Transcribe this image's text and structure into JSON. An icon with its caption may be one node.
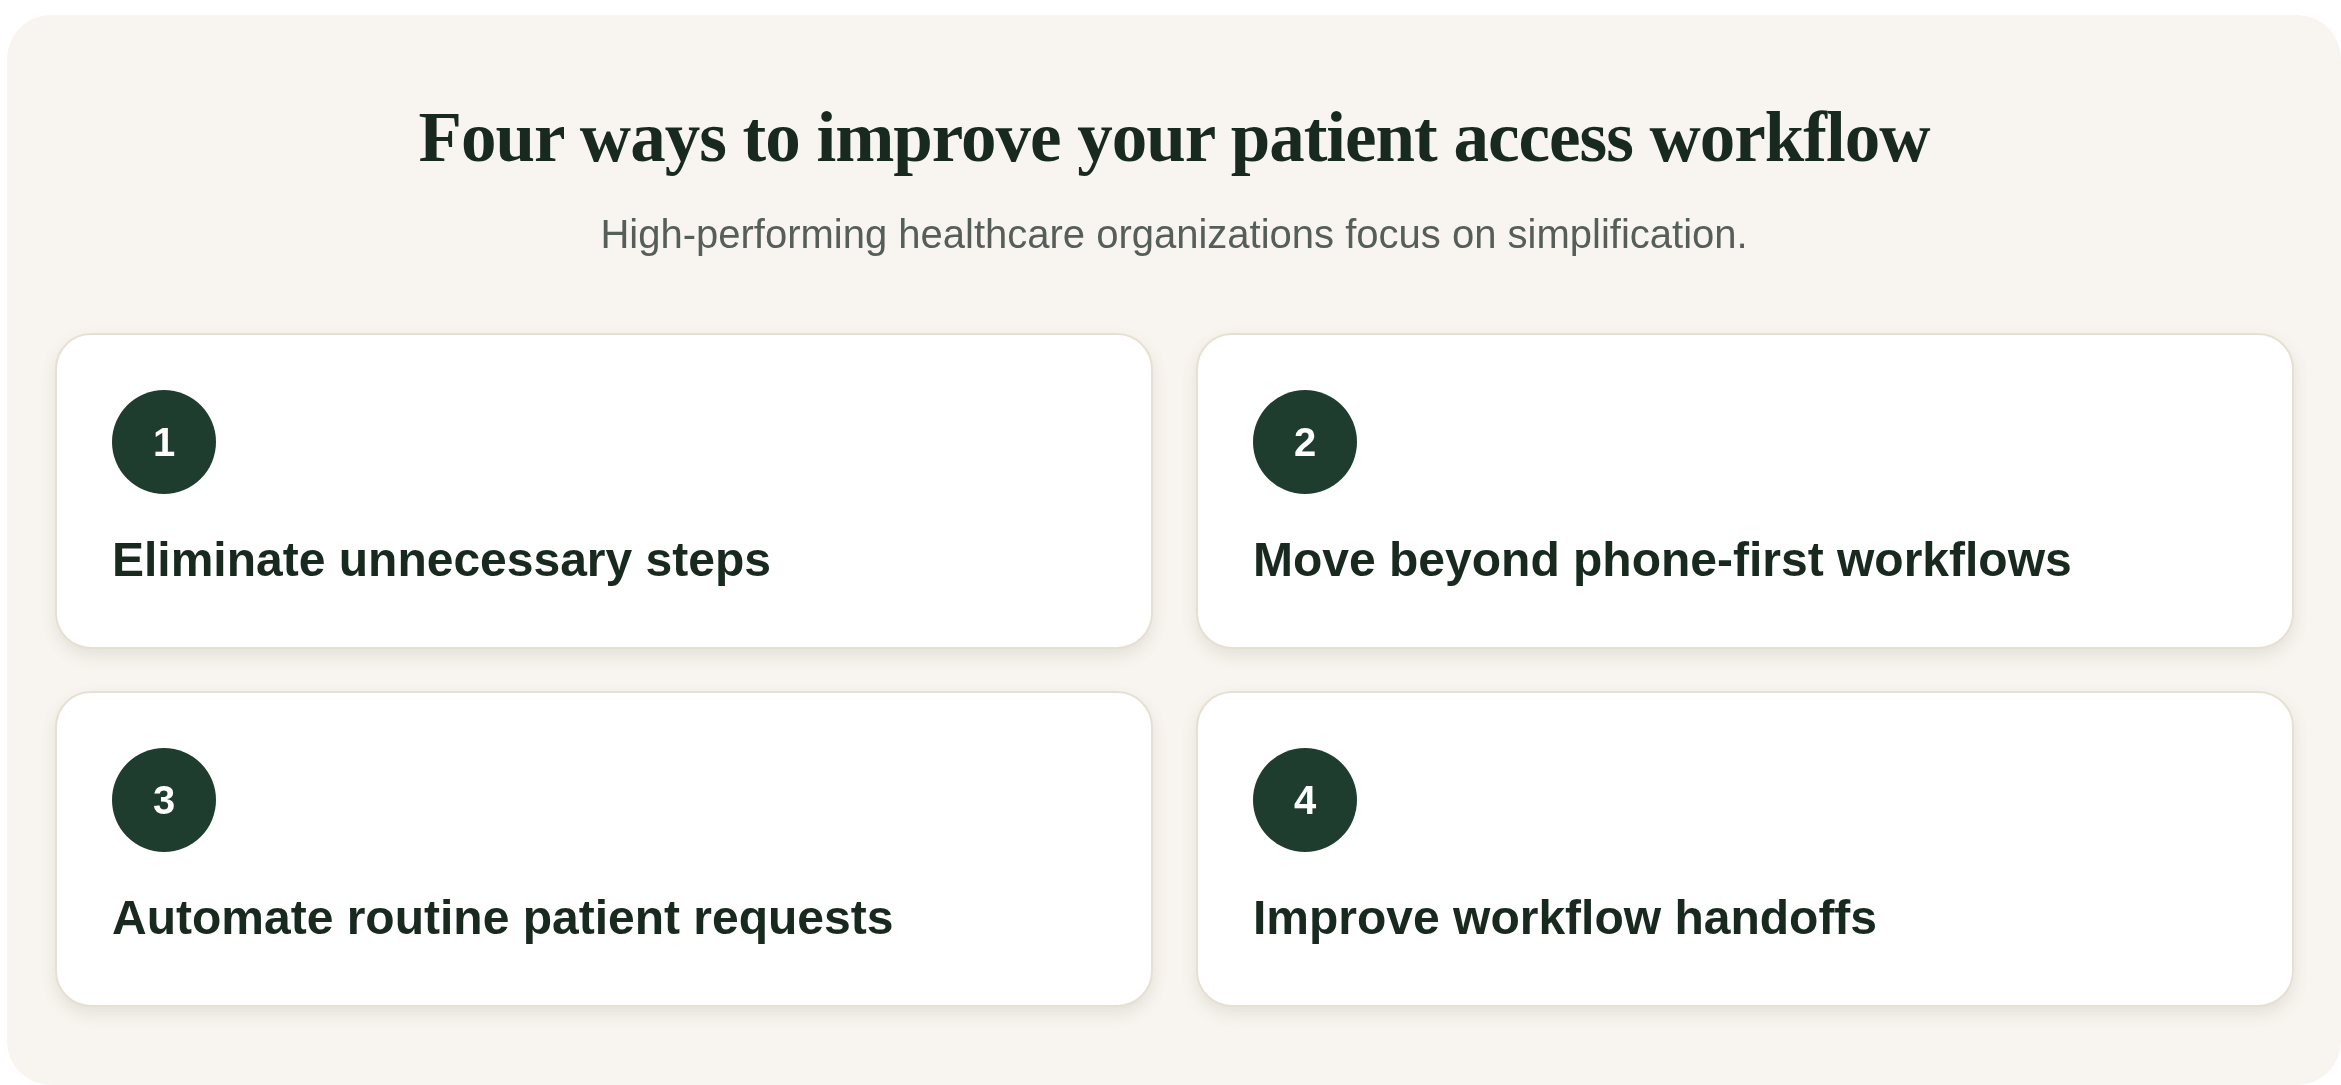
{
  "diagram": {
    "title": "Four ways to improve your patient access workflow",
    "nodes": [
      {
        "text": [
          "Eliminate unnecessary steps"
        ]
      },
      {
        "text": [
          "1"
        ],
        "in": 0
      },
      {
        "text": [
          "Move beyond phone-first workflows"
        ]
      },
      {
        "text": [
          "2"
        ],
        "in": 2
      },
      {
        "text": [
          "Automate routine patient requests"
        ]
      },
      {
        "text": [
          "3"
        ],
        "in": 4
      },
      {
        "text": [
          "Improve workflow handoffs"
        ]
      },
      {
        "text": [
          "4"
        ],
        "in": 6
      }
    ],
    "labels": [
      "High-performing healthcare organizations focus on simplification."
    ]
  }
}
